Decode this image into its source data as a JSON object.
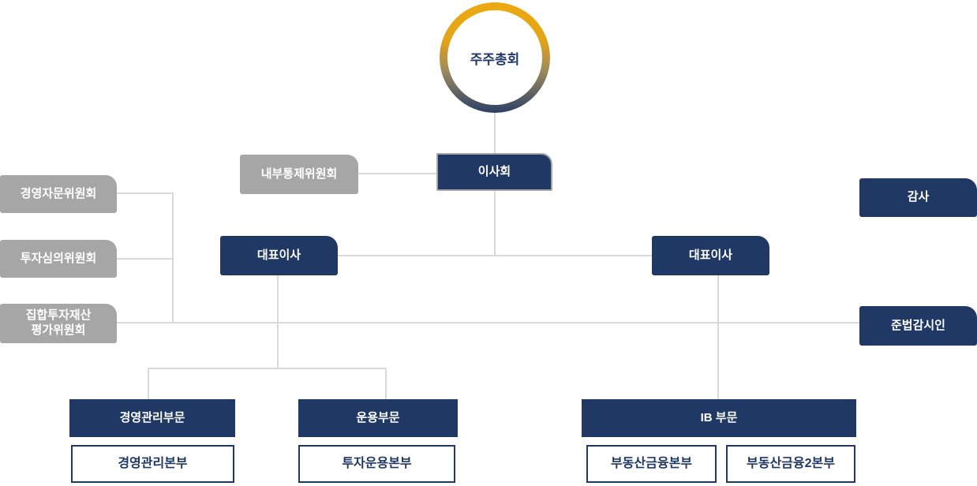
{
  "colors": {
    "navy": "#1f3864",
    "gray": "#a6a6a6",
    "connector_line": "#d9d9d9",
    "circle_gradient_top": "#edaa10",
    "circle_gradient_bottom": "#2d4066",
    "node_text_on_dark": "#ffffff"
  },
  "nodes": {
    "shareholders_meeting": "주주총회",
    "internal_control_committee": "내부통제위원회",
    "board_of_directors": "이사회",
    "auditor": "감사",
    "management_advisory_committee": "경영자문위원회",
    "investment_review_committee": "투자심의위원회",
    "collective_investment_asset_committee_line1": "집합투자재산",
    "collective_investment_asset_committee_line2": "평가위원회",
    "ceo_left": "대표이사",
    "ceo_right": "대표이사",
    "compliance_officer": "준법감시인",
    "management_division": "경영관리부문",
    "operation_division": "운용부문",
    "ib_division": "IB 부문",
    "management_headquarters": "경영관리본부",
    "investment_operation_headquarters": "투자운용본부",
    "real_estate_finance_headquarters": "부동산금융본부",
    "real_estate_finance2_headquarters": "부동산금융2본부"
  }
}
